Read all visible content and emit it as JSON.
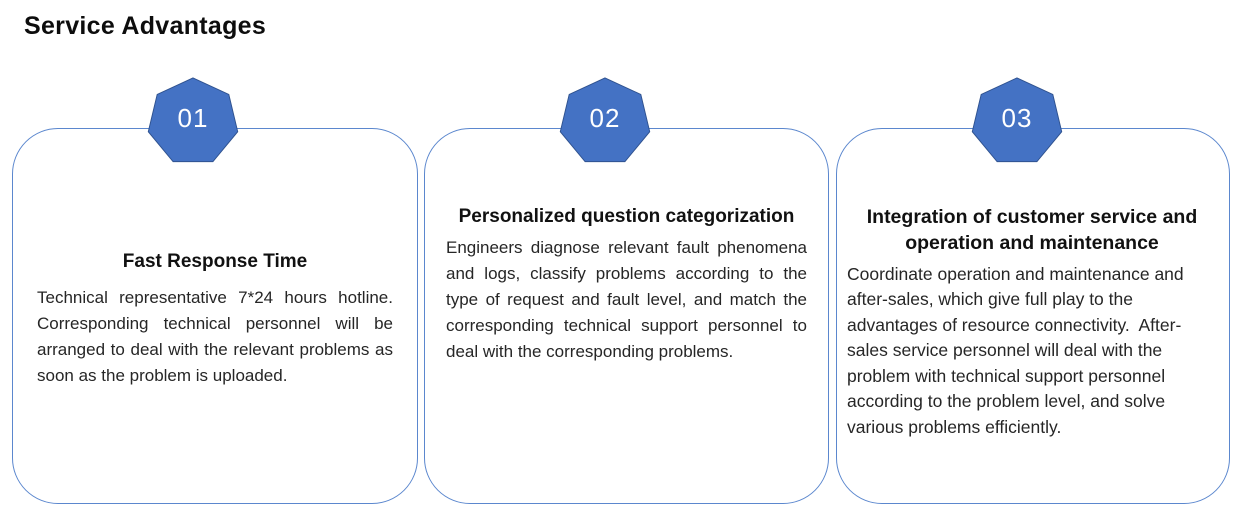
{
  "page_title": "Service Advantages",
  "colors": {
    "badge_fill": "#4472C4",
    "badge_stroke": "#2F528F",
    "badge_text": "#FFFFFF",
    "card_border": "#5B87CE"
  },
  "cards": [
    {
      "number": "01",
      "title": "Fast Response Time",
      "body": "Technical representative 7*24 hours hotline. Corresponding technical personnel will be arranged to deal with the relevant problems as soon as the problem is uploaded."
    },
    {
      "number": "02",
      "title": "Personalized question categorization",
      "body": "Engineers diagnose relevant fault phenomena and logs, classify problems according to the type of request and fault level, and match the corresponding technical support personnel to deal with the corresponding problems."
    },
    {
      "number": "03",
      "title": "Integration of customer service and operation and maintenance",
      "body": "Coordinate operation and maintenance and after-sales, which give full play to the advantages of resource connectivity.  After-sales service personnel will deal with the problem with technical support personnel according to the problem level, and solve various problems efficiently."
    }
  ]
}
